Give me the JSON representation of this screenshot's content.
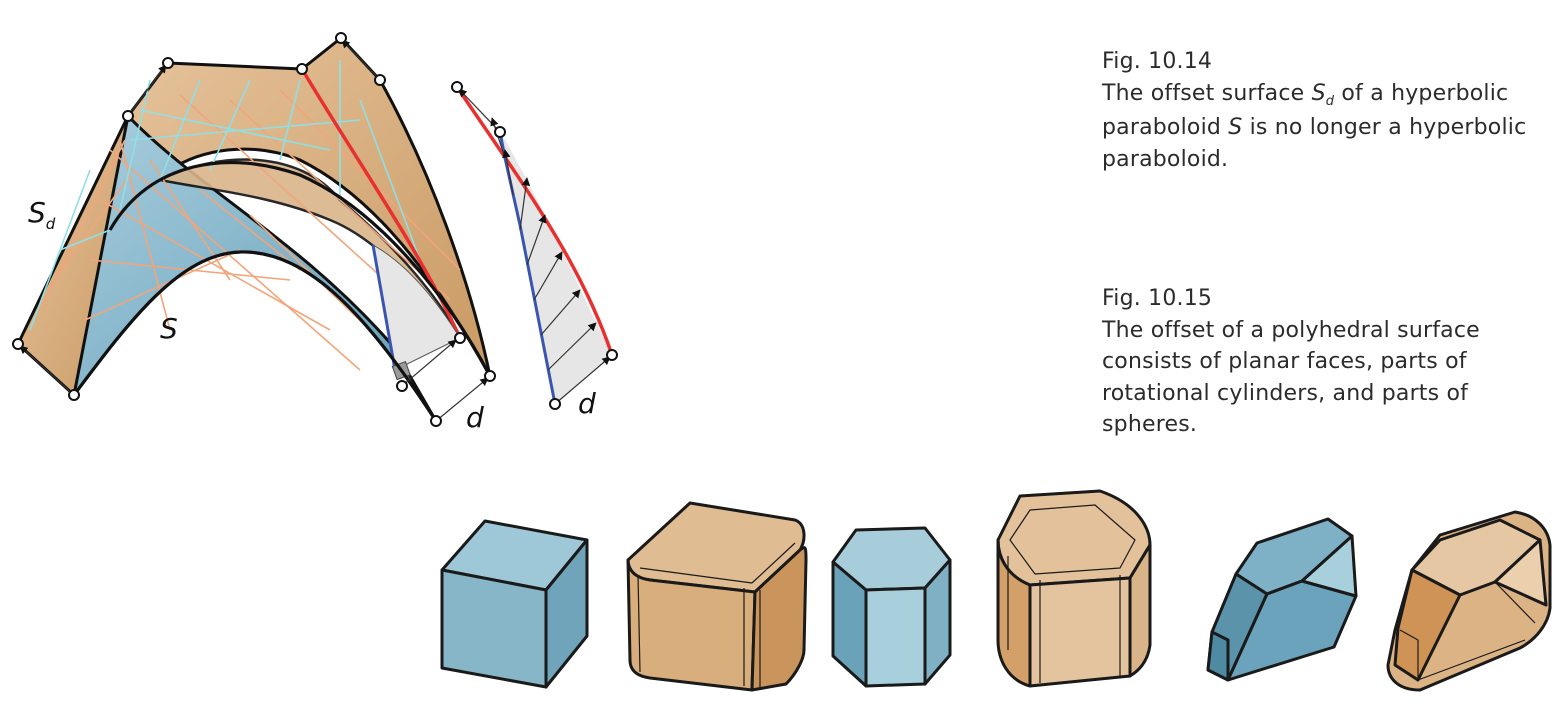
{
  "fig_14": {
    "number": "Fig. 10.14",
    "line1_a": "The offset surface ",
    "line1_sym": "S",
    "line1_sub": "d",
    "line1_b": " of a hyperbolic",
    "line2_a": "paraboloid ",
    "line2_sym": "S",
    "line2_b": " is no longer a hyperbolic",
    "line3": "paraboloid."
  },
  "fig_15": {
    "number": "Fig. 10.15",
    "lines": [
      "The offset of a polyhedral surface",
      "consists of planar faces, parts of",
      "rotational cylinders, and parts of",
      "spheres."
    ]
  },
  "diagram_labels": {
    "offset_surface": "S",
    "offset_surface_sub": "d",
    "surface": "S",
    "distance_1": "d",
    "distance_2": "d"
  },
  "colors": {
    "polyhedron_blue": "#7fb0c4",
    "offset_tan": "#d6a873",
    "ruling_orange": "#f2a57a",
    "ruling_cyan": "#8fe0e6",
    "offset_curve_red": "#e8302e",
    "base_curve_blue": "#3a55b0"
  }
}
